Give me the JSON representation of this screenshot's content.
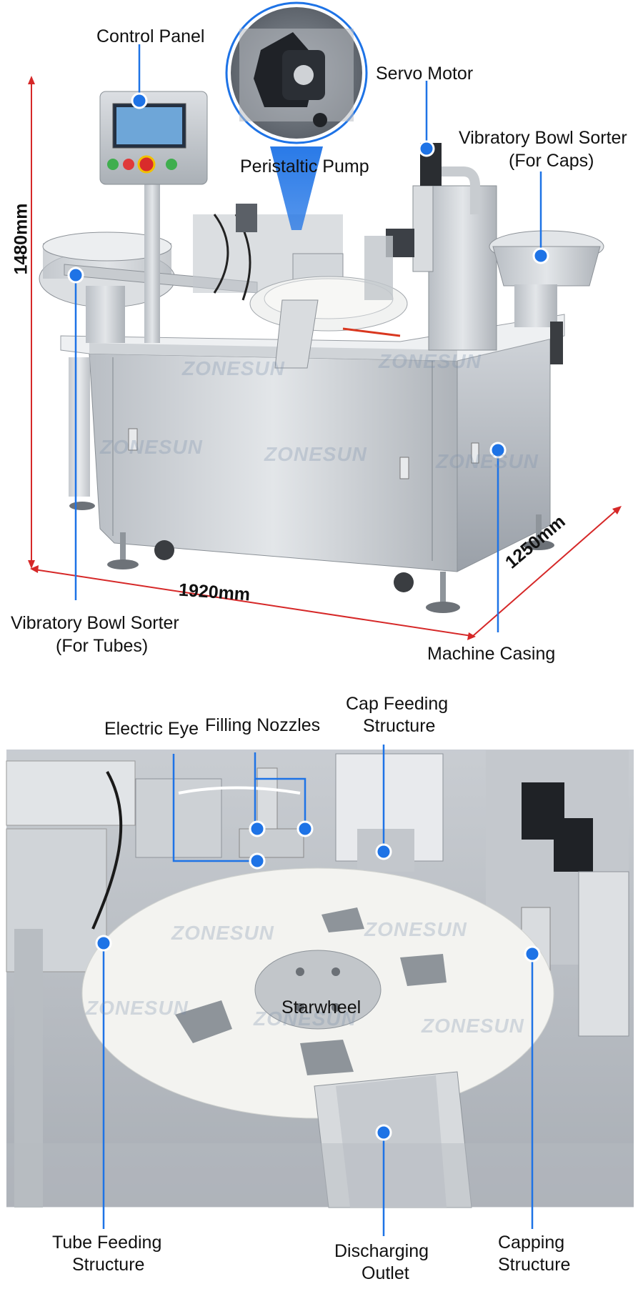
{
  "colors": {
    "accent": "#1e73e6",
    "dimension_line": "#d62828",
    "steel": "#c9cdd2",
    "disc": "#f4f4f2"
  },
  "top_panel": {
    "labels": {
      "control_panel": "Control Panel",
      "peristaltic_pump": "Peristaltic Pump",
      "servo_motor": "Servo Motor",
      "bowl_caps_1": "Vibratory Bowl Sorter",
      "bowl_caps_2": "(For Caps)",
      "bowl_tubes_1": "Vibratory Bowl Sorter",
      "bowl_tubes_2": "(For Tubes)",
      "machine_casing": "Machine Casing"
    },
    "dimensions": {
      "height": "1480mm",
      "length": "1920mm",
      "depth": "1250mm"
    },
    "watermark": "ZONESUN"
  },
  "bottom_panel": {
    "labels": {
      "electric_eye": "Electric Eye",
      "filling_nozzles": "Filling Nozzles",
      "cap_feeding_1": "Cap Feeding",
      "cap_feeding_2": "Structure",
      "starwheel": "Starwheel",
      "tube_feeding_1": "Tube Feeding",
      "tube_feeding_2": "Structure",
      "discharging_1": "Discharging",
      "discharging_2": "Outlet",
      "capping_1": "Capping",
      "capping_2": "Structure"
    },
    "watermark": "ZONESUN"
  }
}
